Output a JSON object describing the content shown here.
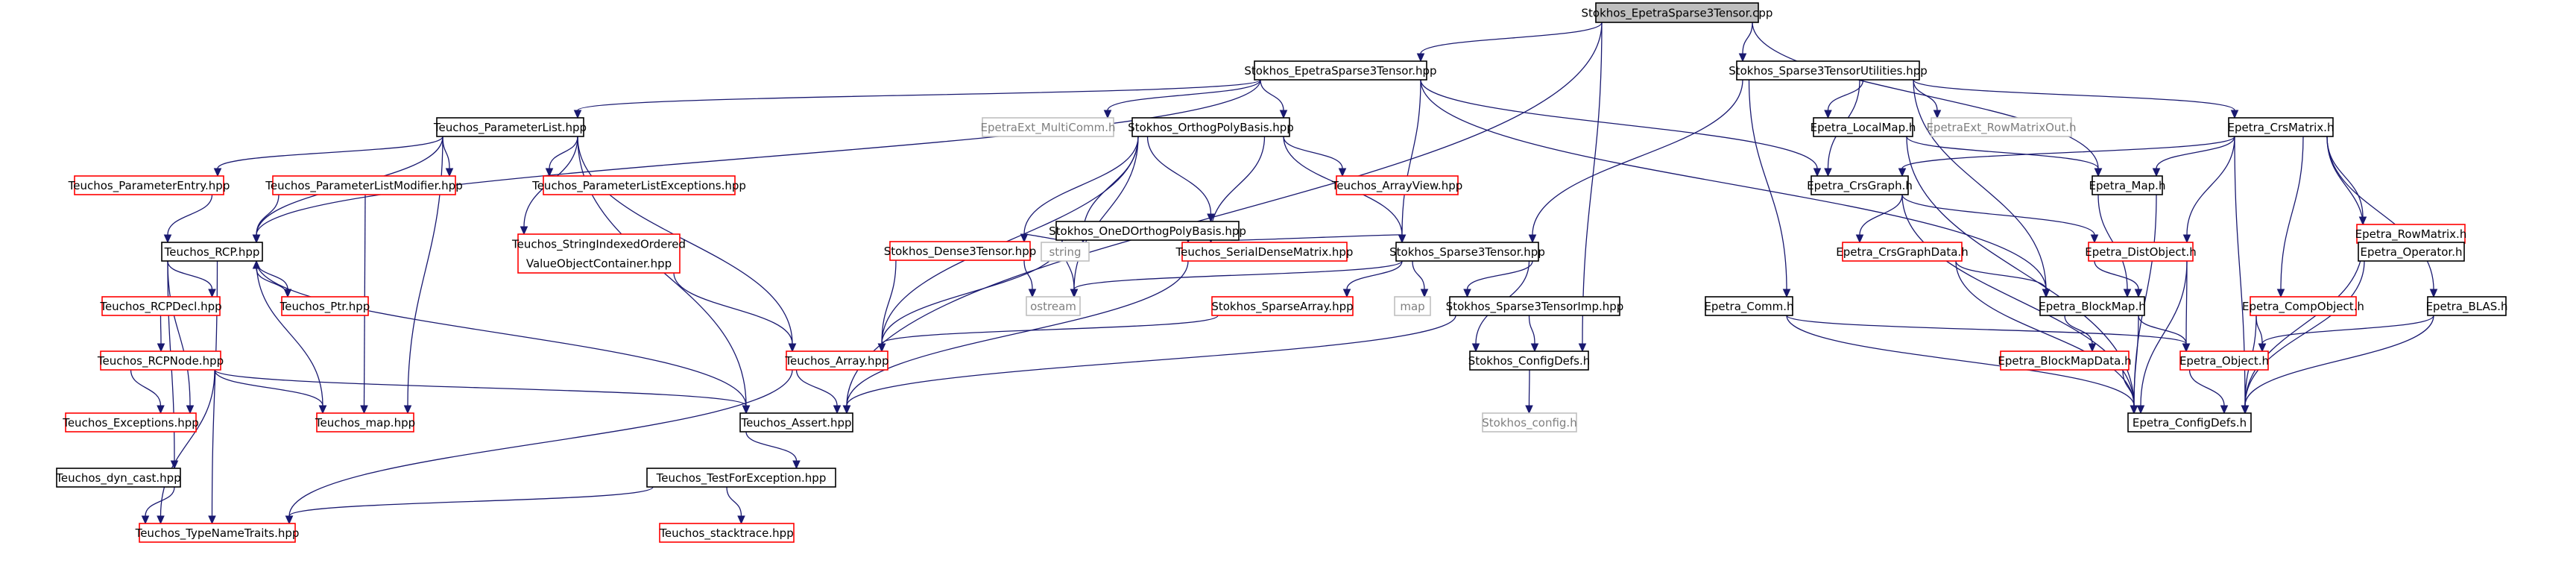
{
  "graph": {
    "title": "Stokhos_EpetraSparse3Tensor.cpp",
    "colors": {
      "edge": "#191970",
      "root_fill": "#bfbfbf",
      "normal_border": "#000000",
      "external_border": "#ff0000",
      "system_border": "#bfbfbf",
      "system_text": "#7f7f7f"
    },
    "nodes": [
      {
        "id": "root",
        "lines": [
          "Stokhos_EpetraSparse3Tensor.cpp"
        ],
        "style": "root"
      },
      {
        "id": "n_eps3t_hpp",
        "lines": [
          "Stokhos_EpetraSparse3Tensor.hpp"
        ],
        "style": "normal"
      },
      {
        "id": "n_s3tu_hpp",
        "lines": [
          "Stokhos_Sparse3TensorUtilities.hpp"
        ],
        "style": "normal"
      },
      {
        "id": "n_plist",
        "lines": [
          "Teuchos_ParameterList.hpp"
        ],
        "style": "normal"
      },
      {
        "id": "n_mcomm",
        "lines": [
          "EpetraExt_MultiComm.h"
        ],
        "style": "system"
      },
      {
        "id": "n_opb",
        "lines": [
          "Stokhos_OrthogPolyBasis.hpp"
        ],
        "style": "normal"
      },
      {
        "id": "n_localmap",
        "lines": [
          "Epetra_LocalMap.h"
        ],
        "style": "normal"
      },
      {
        "id": "n_rmout",
        "lines": [
          "EpetraExt_RowMatrixOut.h"
        ],
        "style": "system"
      },
      {
        "id": "n_crsmatrix",
        "lines": [
          "Epetra_CrsMatrix.h"
        ],
        "style": "normal"
      },
      {
        "id": "n_pentry",
        "lines": [
          "Teuchos_ParameterEntry.hpp"
        ],
        "style": "external"
      },
      {
        "id": "n_plmod",
        "lines": [
          "Teuchos_ParameterListModifier.hpp"
        ],
        "style": "external"
      },
      {
        "id": "n_plexc",
        "lines": [
          "Teuchos_ParameterListExceptions.hpp"
        ],
        "style": "external"
      },
      {
        "id": "n_arrview",
        "lines": [
          "Teuchos_ArrayView.hpp"
        ],
        "style": "external"
      },
      {
        "id": "n_crsgraph",
        "lines": [
          "Epetra_CrsGraph.h"
        ],
        "style": "normal"
      },
      {
        "id": "n_map",
        "lines": [
          "Epetra_Map.h"
        ],
        "style": "normal"
      },
      {
        "id": "n_rowmatrix",
        "lines": [
          "Epetra_RowMatrix.h"
        ],
        "style": "external"
      },
      {
        "id": "n_rcp",
        "lines": [
          "Teuchos_RCP.hpp"
        ],
        "style": "normal"
      },
      {
        "id": "n_od",
        "lines": [
          "Stokhos_OneDOrthogPolyBasis.hpp"
        ],
        "style": "normal"
      },
      {
        "id": "n_strobj",
        "lines": [
          "Teuchos_StringIndexedOrdered",
          "ValueObjectContainer.hpp"
        ],
        "style": "external"
      },
      {
        "id": "n_dense3",
        "lines": [
          "Stokhos_Dense3Tensor.hpp"
        ],
        "style": "external"
      },
      {
        "id": "n_string",
        "lines": [
          "string"
        ],
        "style": "system"
      },
      {
        "id": "n_sdm",
        "lines": [
          "Teuchos_SerialDenseMatrix.hpp"
        ],
        "style": "external"
      },
      {
        "id": "n_s3t",
        "lines": [
          "Stokhos_Sparse3Tensor.hpp"
        ],
        "style": "normal"
      },
      {
        "id": "n_cgdata",
        "lines": [
          "Epetra_CrsGraphData.h"
        ],
        "style": "external"
      },
      {
        "id": "n_distobj",
        "lines": [
          "Epetra_DistObject.h"
        ],
        "style": "external"
      },
      {
        "id": "n_operator",
        "lines": [
          "Epetra_Operator.h"
        ],
        "style": "normal"
      },
      {
        "id": "n_rcpdecl",
        "lines": [
          "Teuchos_RCPDecl.hpp"
        ],
        "style": "external"
      },
      {
        "id": "n_ptr",
        "lines": [
          "Teuchos_Ptr.hpp"
        ],
        "style": "external"
      },
      {
        "id": "n_ostream",
        "lines": [
          "ostream"
        ],
        "style": "system"
      },
      {
        "id": "n_sparsearr",
        "lines": [
          "Stokhos_SparseArray.hpp"
        ],
        "style": "external"
      },
      {
        "id": "n_stdmap",
        "lines": [
          "map"
        ],
        "style": "system"
      },
      {
        "id": "n_s3timp",
        "lines": [
          "Stokhos_Sparse3TensorImp.hpp"
        ],
        "style": "normal"
      },
      {
        "id": "n_comm",
        "lines": [
          "Epetra_Comm.h"
        ],
        "style": "normal"
      },
      {
        "id": "n_blockmap",
        "lines": [
          "Epetra_BlockMap.h"
        ],
        "style": "normal"
      },
      {
        "id": "n_compobj",
        "lines": [
          "Epetra_CompObject.h"
        ],
        "style": "external"
      },
      {
        "id": "n_blas",
        "lines": [
          "Epetra_BLAS.h"
        ],
        "style": "normal"
      },
      {
        "id": "n_rcpnode",
        "lines": [
          "Teuchos_RCPNode.hpp"
        ],
        "style": "external"
      },
      {
        "id": "n_array",
        "lines": [
          "Teuchos_Array.hpp"
        ],
        "style": "external"
      },
      {
        "id": "n_scfg",
        "lines": [
          "Stokhos_ConfigDefs.h"
        ],
        "style": "normal"
      },
      {
        "id": "n_bmdata",
        "lines": [
          "Epetra_BlockMapData.h"
        ],
        "style": "external"
      },
      {
        "id": "n_object",
        "lines": [
          "Epetra_Object.h"
        ],
        "style": "external"
      },
      {
        "id": "n_exc",
        "lines": [
          "Teuchos_Exceptions.hpp"
        ],
        "style": "external"
      },
      {
        "id": "n_tmap",
        "lines": [
          "Teuchos_map.hpp"
        ],
        "style": "external"
      },
      {
        "id": "n_assert",
        "lines": [
          "Teuchos_Assert.hpp"
        ],
        "style": "normal"
      },
      {
        "id": "n_scfgh",
        "lines": [
          "Stokhos_config.h"
        ],
        "style": "system"
      },
      {
        "id": "n_ecfg",
        "lines": [
          "Epetra_ConfigDefs.h"
        ],
        "style": "normal"
      },
      {
        "id": "n_dyncast",
        "lines": [
          "Teuchos_dyn_cast.hpp"
        ],
        "style": "normal"
      },
      {
        "id": "n_tfe",
        "lines": [
          "Teuchos_TestForException.hpp"
        ],
        "style": "normal"
      },
      {
        "id": "n_tnt",
        "lines": [
          "Teuchos_TypeNameTraits.hpp"
        ],
        "style": "external"
      },
      {
        "id": "n_stack",
        "lines": [
          "Teuchos_stacktrace.hpp"
        ],
        "style": "external"
      }
    ],
    "edges": [
      [
        "root",
        "n_eps3t_hpp"
      ],
      [
        "root",
        "n_s3tu_hpp"
      ],
      [
        "root",
        "n_map"
      ],
      [
        "root",
        "n_scfg"
      ],
      [
        "root",
        "n_assert"
      ],
      [
        "n_eps3t_hpp",
        "n_plist"
      ],
      [
        "n_eps3t_hpp",
        "n_mcomm"
      ],
      [
        "n_eps3t_hpp",
        "n_opb"
      ],
      [
        "n_eps3t_hpp",
        "n_s3t"
      ],
      [
        "n_eps3t_hpp",
        "n_crsgraph"
      ],
      [
        "n_eps3t_hpp",
        "n_blockmap"
      ],
      [
        "n_eps3t_hpp",
        "n_rcp"
      ],
      [
        "n_s3tu_hpp",
        "n_localmap"
      ],
      [
        "n_s3tu_hpp",
        "n_rmout"
      ],
      [
        "n_s3tu_hpp",
        "n_crsmatrix"
      ],
      [
        "n_s3tu_hpp",
        "n_crsgraph"
      ],
      [
        "n_s3tu_hpp",
        "n_s3t"
      ],
      [
        "n_s3tu_hpp",
        "n_comm"
      ],
      [
        "n_s3tu_hpp",
        "n_blockmap"
      ],
      [
        "n_plist",
        "n_pentry"
      ],
      [
        "n_plist",
        "n_plmod"
      ],
      [
        "n_plist",
        "n_plexc"
      ],
      [
        "n_plist",
        "n_strobj"
      ],
      [
        "n_plist",
        "n_rcp"
      ],
      [
        "n_plist",
        "n_tmap"
      ],
      [
        "n_plist",
        "n_array"
      ],
      [
        "n_plist",
        "n_assert"
      ],
      [
        "n_opb",
        "n_od"
      ],
      [
        "n_opb",
        "n_arrview"
      ],
      [
        "n_opb",
        "n_dense3"
      ],
      [
        "n_opb",
        "n_sdm"
      ],
      [
        "n_opb",
        "n_s3t"
      ],
      [
        "n_opb",
        "n_string"
      ],
      [
        "n_opb",
        "n_ostream"
      ],
      [
        "n_opb",
        "n_array"
      ],
      [
        "n_localmap",
        "n_map"
      ],
      [
        "n_localmap",
        "n_ecfg"
      ],
      [
        "n_crsmatrix",
        "n_crsgraph"
      ],
      [
        "n_crsmatrix",
        "n_map"
      ],
      [
        "n_crsmatrix",
        "n_rowmatrix"
      ],
      [
        "n_crsmatrix",
        "n_operator"
      ],
      [
        "n_crsmatrix",
        "n_distobj"
      ],
      [
        "n_crsmatrix",
        "n_compobj"
      ],
      [
        "n_crsmatrix",
        "n_blas"
      ],
      [
        "n_crsmatrix",
        "n_ecfg"
      ],
      [
        "n_pentry",
        "n_rcp"
      ],
      [
        "n_plmod",
        "n_rcp"
      ],
      [
        "n_plmod",
        "n_tmap"
      ],
      [
        "n_crsgraph",
        "n_cgdata"
      ],
      [
        "n_crsgraph",
        "n_distobj"
      ],
      [
        "n_crsgraph",
        "n_ecfg"
      ],
      [
        "n_map",
        "n_blockmap"
      ],
      [
        "n_map",
        "n_ecfg"
      ],
      [
        "n_rowmatrix",
        "n_operator"
      ],
      [
        "n_rowmatrix",
        "n_ecfg"
      ],
      [
        "n_rcp",
        "n_rcpdecl"
      ],
      [
        "n_rcp",
        "n_ptr"
      ],
      [
        "n_rcp",
        "n_exc"
      ],
      [
        "n_rcp",
        "n_tmap"
      ],
      [
        "n_rcp",
        "n_dyncast"
      ],
      [
        "n_rcp",
        "n_assert"
      ],
      [
        "n_rcp",
        "n_tnt"
      ],
      [
        "n_od",
        "n_dense3"
      ],
      [
        "n_od",
        "n_sdm"
      ],
      [
        "n_od",
        "n_s3t"
      ],
      [
        "n_od",
        "n_string"
      ],
      [
        "n_od",
        "n_ostream"
      ],
      [
        "n_od",
        "n_array"
      ],
      [
        "n_strobj",
        "n_array"
      ],
      [
        "n_dense3",
        "n_ostream"
      ],
      [
        "n_dense3",
        "n_array"
      ],
      [
        "n_sdm",
        "n_assert"
      ],
      [
        "n_s3t",
        "n_ostream"
      ],
      [
        "n_s3t",
        "n_stdmap"
      ],
      [
        "n_s3t",
        "n_sparsearr"
      ],
      [
        "n_s3t",
        "n_s3timp"
      ],
      [
        "n_s3t",
        "n_scfg"
      ],
      [
        "n_cgdata",
        "n_blockmap"
      ],
      [
        "n_cgdata",
        "n_ecfg"
      ],
      [
        "n_distobj",
        "n_blockmap"
      ],
      [
        "n_distobj",
        "n_object"
      ],
      [
        "n_distobj",
        "n_ecfg"
      ],
      [
        "n_operator",
        "n_ecfg"
      ],
      [
        "n_rcpdecl",
        "n_rcpnode"
      ],
      [
        "n_ptr",
        "n_rcp"
      ],
      [
        "n_sparsearr",
        "n_array"
      ],
      [
        "n_s3timp",
        "n_scfg"
      ],
      [
        "n_s3timp",
        "n_assert"
      ],
      [
        "n_comm",
        "n_object"
      ],
      [
        "n_comm",
        "n_ecfg"
      ],
      [
        "n_blockmap",
        "n_bmdata"
      ],
      [
        "n_blockmap",
        "n_object"
      ],
      [
        "n_blockmap",
        "n_ecfg"
      ],
      [
        "n_compobj",
        "n_object"
      ],
      [
        "n_compobj",
        "n_ecfg"
      ],
      [
        "n_blas",
        "n_object"
      ],
      [
        "n_blas",
        "n_ecfg"
      ],
      [
        "n_rcpnode",
        "n_exc"
      ],
      [
        "n_rcpnode",
        "n_tmap"
      ],
      [
        "n_rcpnode",
        "n_assert"
      ],
      [
        "n_rcpnode",
        "n_tnt"
      ],
      [
        "n_array",
        "n_assert"
      ],
      [
        "n_array",
        "n_tnt"
      ],
      [
        "n_scfg",
        "n_scfgh"
      ],
      [
        "n_bmdata",
        "n_ecfg"
      ],
      [
        "n_object",
        "n_ecfg"
      ],
      [
        "n_assert",
        "n_tfe"
      ],
      [
        "n_dyncast",
        "n_tnt"
      ],
      [
        "n_tfe",
        "n_tnt"
      ],
      [
        "n_tfe",
        "n_stack"
      ]
    ]
  }
}
